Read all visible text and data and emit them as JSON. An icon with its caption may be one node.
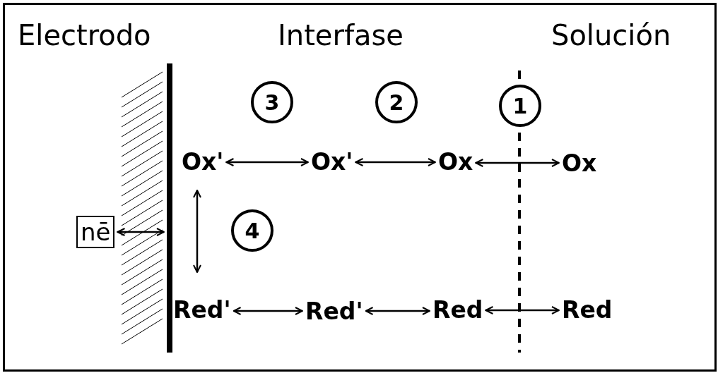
{
  "diagram": {
    "nodes": [
      {
        "text": [
          "3"
        ]
      },
      {
        "text": [
          "2"
        ]
      },
      {
        "text": [
          "1"
        ]
      },
      {
        "text": [
          "Ox'"
        ]
      },
      {
        "text": [
          "Ox'"
        ]
      },
      {
        "text": [
          "Ox"
        ]
      },
      {
        "text": [
          "Ox"
        ]
      },
      {
        "text": [
          "nē"
        ]
      },
      {
        "text": [],
        "shape": "bar"
      },
      {
        "text": [
          "4"
        ]
      },
      {
        "text": [
          "Red'"
        ]
      },
      {
        "text": [
          "Red'"
        ]
      },
      {
        "text": [
          "Red"
        ]
      },
      {
        "text": [
          "Red"
        ]
      }
    ],
    "edges": [
      {
        "from": 3,
        "to": 4,
        "arrow": "both"
      },
      {
        "from": 4,
        "to": 5,
        "arrow": "both"
      },
      {
        "from": 5,
        "to": 6,
        "arrow": "both"
      },
      {
        "from": 3,
        "to": 10,
        "arrow": "both"
      },
      {
        "from": 7,
        "to": 8,
        "arrow": "both"
      },
      {
        "from": 10,
        "to": 11,
        "arrow": "both"
      },
      {
        "from": 11,
        "to": 12,
        "arrow": "both"
      },
      {
        "from": 12,
        "to": 13,
        "arrow": "both"
      }
    ],
    "labels": [
      "Electrodo",
      "Interfase",
      "Solución"
    ]
  }
}
